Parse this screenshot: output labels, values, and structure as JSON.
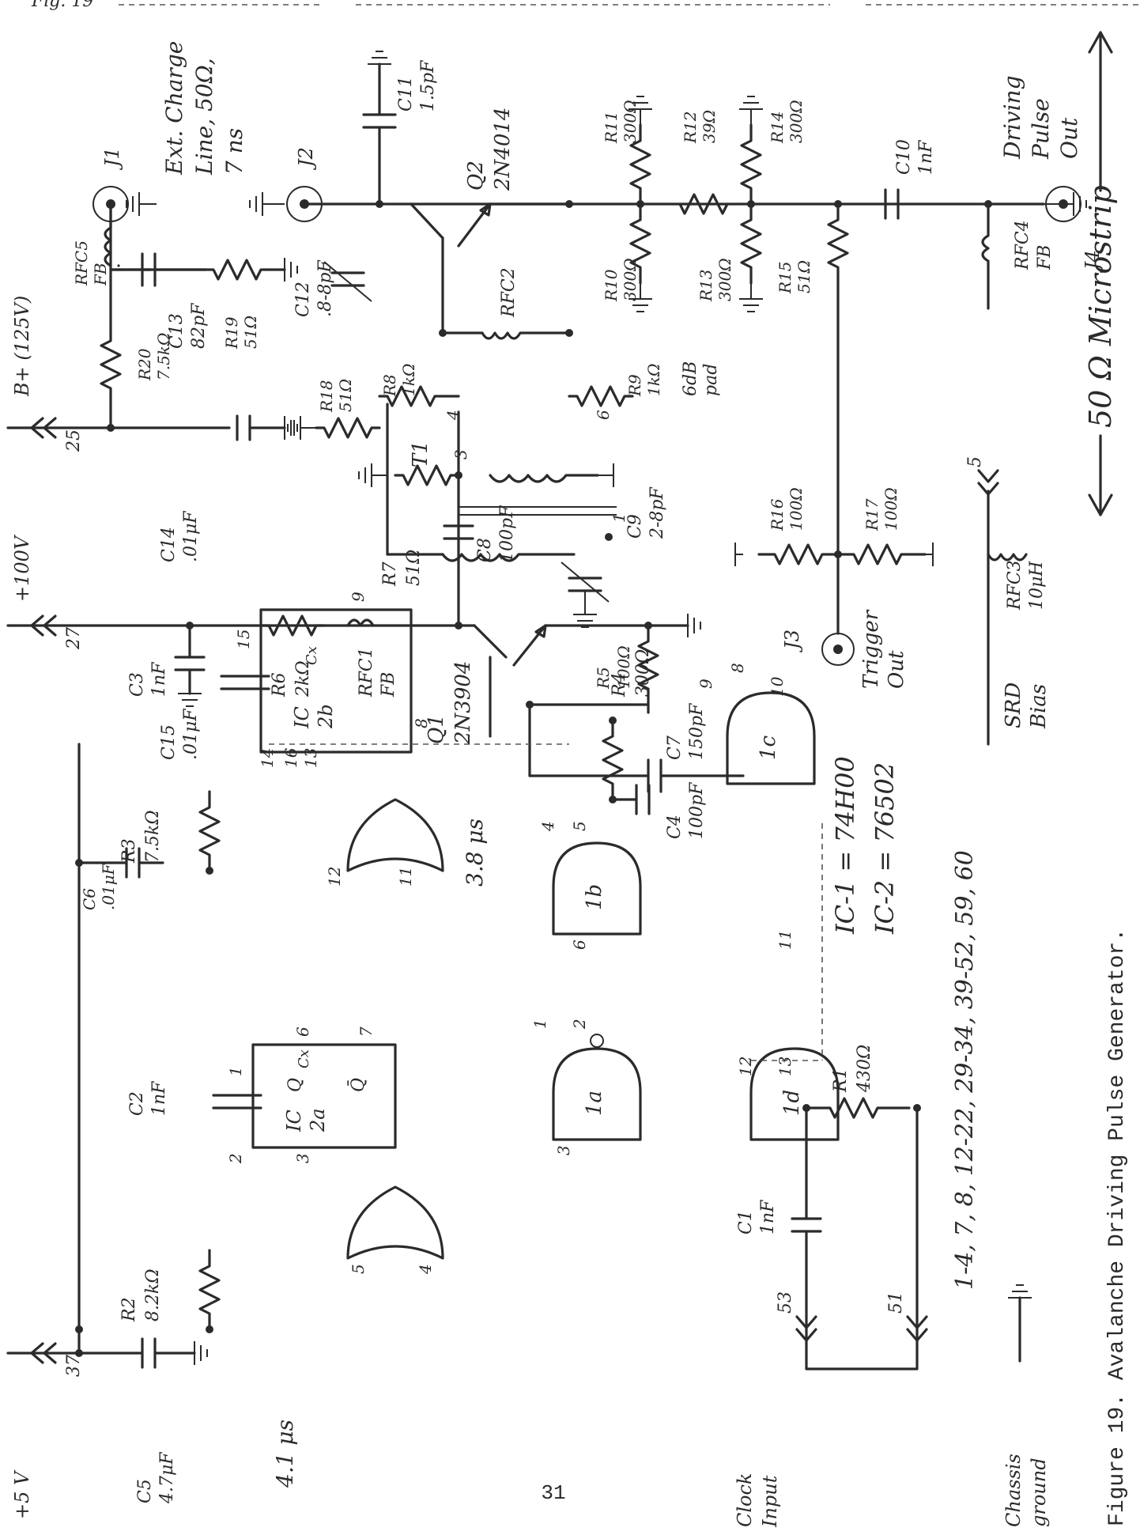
{
  "figure": {
    "fig_tag": "Fig. 19",
    "caption": "Figure 19.  Avalanche Driving Pulse Generator.",
    "page_number": "31"
  },
  "top": {
    "microstrip": "50 Ω Microstrip",
    "ext_charge": [
      "Ext. Charge",
      "Line, 50Ω,",
      "7 ns"
    ]
  },
  "connectors": {
    "j1": "J1",
    "j2": "J2",
    "j3": "J3",
    "j4": "J4",
    "pin25": "25",
    "pin27": "27",
    "pin37": "37",
    "pin53": "53",
    "pin51": "51",
    "pin5": "5"
  },
  "supplies": {
    "bplus": "B+ (125V)",
    "plus100": "+100V",
    "plus5": "+5 V",
    "srd_bias": [
      "SRD",
      "Bias"
    ],
    "clock_input": [
      "Clock",
      "Input"
    ],
    "chassis_ground": [
      "Chassis",
      "ground"
    ]
  },
  "components": {
    "q1": [
      "Q1",
      "2N3904"
    ],
    "q2": [
      "Q2",
      "2N4014"
    ],
    "t1": "T1",
    "ic1a": "1a",
    "ic1b": "1b",
    "ic1c": "1c",
    "ic1d": "1d",
    "ic2a": [
      "IC",
      "2a"
    ],
    "ic2b": [
      "IC",
      "2b"
    ],
    "r1": [
      "R1",
      "430Ω"
    ],
    "r2": [
      "R2",
      "8.2kΩ"
    ],
    "r3": [
      "R3",
      "7.5kΩ"
    ],
    "r4": [
      "R4",
      "300Ω"
    ],
    "r5": [
      "R5",
      "100Ω"
    ],
    "r6": [
      "R6",
      "2kΩ"
    ],
    "r7": [
      "R7",
      "51Ω"
    ],
    "r8": [
      "R8",
      "1kΩ"
    ],
    "r9": [
      "R9",
      "1kΩ"
    ],
    "r10": [
      "R10",
      "300Ω"
    ],
    "r11": [
      "R11",
      "300Ω"
    ],
    "r12": [
      "R12",
      "39Ω"
    ],
    "r13": [
      "R13",
      "300Ω"
    ],
    "r14": [
      "R14",
      "300Ω"
    ],
    "r15": [
      "R15",
      "51Ω"
    ],
    "r16": [
      "R16",
      "100Ω"
    ],
    "r17": [
      "R17",
      "100Ω"
    ],
    "r18": [
      "R18",
      "51Ω"
    ],
    "r19": [
      "R19",
      "51Ω"
    ],
    "r20": [
      "R20",
      "7.5kΩ"
    ],
    "c1": [
      "C1",
      "1nF"
    ],
    "c2": [
      "C2",
      "1nF"
    ],
    "c3": [
      "C3",
      "1nF"
    ],
    "c4": [
      "C4",
      "100pF"
    ],
    "c5": [
      "C5",
      "4.7μF"
    ],
    "c6": [
      "C6",
      ".01μF"
    ],
    "c7": [
      "C7",
      "150pF"
    ],
    "c8": [
      "C8",
      "100pF"
    ],
    "c9": [
      "C9",
      "2-8pF"
    ],
    "c10": [
      "C10",
      "1nF"
    ],
    "c11": [
      "C11",
      "1.5pF"
    ],
    "c12": [
      "C12",
      ".8-8pF"
    ],
    "c13": [
      "C13",
      "82pF"
    ],
    "c14": [
      "C14",
      ".01μF"
    ],
    "c15": [
      "C15",
      ".01μF"
    ],
    "rfc1": [
      "RFC1",
      "FB"
    ],
    "rfc2": "RFC2",
    "rfc3": [
      "RFC3",
      "10μH"
    ],
    "rfc4": [
      "RFC4",
      "FB"
    ],
    "rfc5": [
      "RFC5",
      "FB"
    ]
  },
  "annotations": {
    "pad": [
      "6dB",
      "pad"
    ],
    "trigger_out": [
      "Trigger",
      "Out"
    ],
    "driving_pulse_out": [
      "Driving",
      "Pulse",
      "Out"
    ],
    "t_4_1": "4.1 μs",
    "t_3_8": "3.8 μs",
    "ic1_def": "IC-1 = 74H00",
    "ic2_def": "IC-2 = 76502",
    "pin_list": "1-4, 7, 8, 12-22, 29-34, 39-52, 59, 60"
  },
  "pins": {
    "ic2a": [
      "1",
      "2",
      "3",
      "4",
      "5",
      "6",
      "7"
    ],
    "ic2b": [
      "9",
      "11",
      "12",
      "13",
      "14",
      "15",
      "16",
      "8"
    ],
    "nand": [
      "1",
      "2",
      "3",
      "4",
      "5",
      "6",
      "8",
      "9",
      "10",
      "11",
      "12",
      "13"
    ],
    "t1": [
      "1",
      "3",
      "4",
      "6"
    ],
    "logic": [
      "Q",
      "Q̄",
      "Cx",
      "Cx"
    ]
  }
}
